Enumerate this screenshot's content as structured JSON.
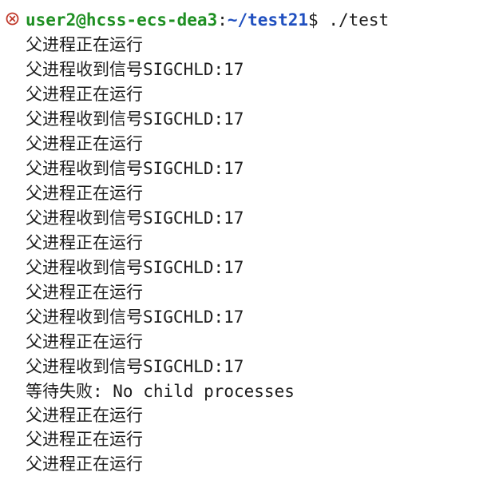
{
  "terminal": {
    "prompt": {
      "user_host": "user2@hcss-ecs-dea3",
      "colon": ":",
      "path": "~/test21",
      "dollar": "$ ",
      "command": "./test",
      "status_icon": "error-circle-x-icon"
    },
    "output_lines": [
      "父进程正在运行",
      "父进程收到信号SIGCHLD:17",
      "父进程正在运行",
      "父进程收到信号SIGCHLD:17",
      "父进程正在运行",
      "父进程收到信号SIGCHLD:17",
      "父进程正在运行",
      "父进程收到信号SIGCHLD:17",
      "父进程正在运行",
      "父进程收到信号SIGCHLD:17",
      "父进程正在运行",
      "父进程收到信号SIGCHLD:17",
      "父进程正在运行",
      "父进程收到信号SIGCHLD:17",
      "等待失败: No child processes",
      "父进程正在运行",
      "父进程正在运行",
      "父进程正在运行"
    ]
  },
  "colors": {
    "user_host": "#1e8f22",
    "path": "#1f4fbf",
    "error_icon": "#c0392b",
    "text": "#1e1e1e"
  }
}
